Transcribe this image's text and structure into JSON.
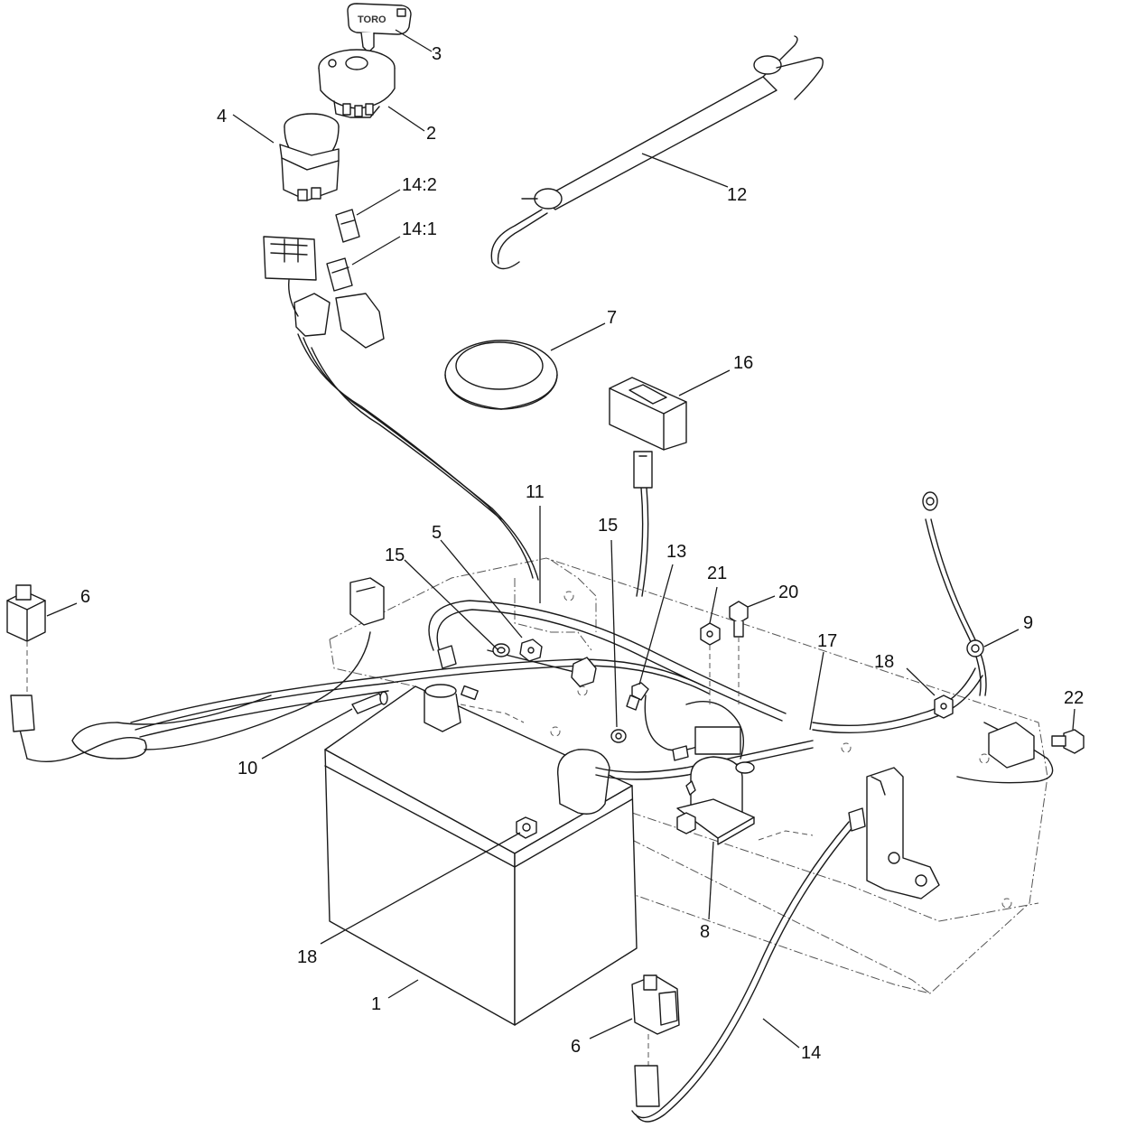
{
  "key_brand": "TORO",
  "callouts": [
    {
      "id": "c-3",
      "label": "3"
    },
    {
      "id": "c-2",
      "label": "2"
    },
    {
      "id": "c-4",
      "label": "4"
    },
    {
      "id": "c-14-2",
      "label": "14:2"
    },
    {
      "id": "c-14-1",
      "label": "14:1"
    },
    {
      "id": "c-12",
      "label": "12"
    },
    {
      "id": "c-7",
      "label": "7"
    },
    {
      "id": "c-16",
      "label": "16"
    },
    {
      "id": "c-11",
      "label": "11"
    },
    {
      "id": "c-15a",
      "label": "15"
    },
    {
      "id": "c-5",
      "label": "5"
    },
    {
      "id": "c-15b",
      "label": "15"
    },
    {
      "id": "c-13",
      "label": "13"
    },
    {
      "id": "c-21",
      "label": "21"
    },
    {
      "id": "c-20",
      "label": "20"
    },
    {
      "id": "c-6a",
      "label": "6"
    },
    {
      "id": "c-17",
      "label": "17"
    },
    {
      "id": "c-9",
      "label": "9"
    },
    {
      "id": "c-18a",
      "label": "18"
    },
    {
      "id": "c-22",
      "label": "22"
    },
    {
      "id": "c-10",
      "label": "10"
    },
    {
      "id": "c-18b",
      "label": "18"
    },
    {
      "id": "c-8",
      "label": "8"
    },
    {
      "id": "c-1",
      "label": "1"
    },
    {
      "id": "c-6b",
      "label": "6"
    },
    {
      "id": "c-14",
      "label": "14"
    }
  ]
}
